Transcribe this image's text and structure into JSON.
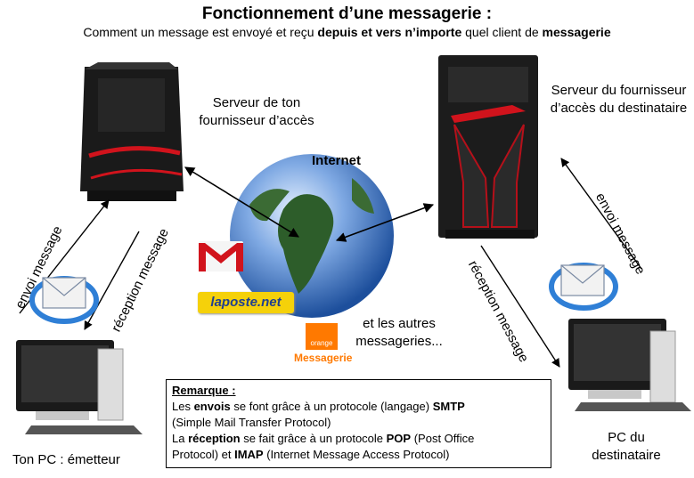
{
  "header": {
    "title": "Fonctionnement d’une messagerie :",
    "subtitle_parts": [
      "Comment un message est envoyé et reçu ",
      "depuis et vers n’importe",
      " quel client de ",
      "messagerie"
    ]
  },
  "nodes": {
    "server_sender": "Serveur de ton fournisseur d’accès",
    "server_recipient": "Serveur du fournisseur d’accès du destinataire",
    "internet": "Internet",
    "other_providers": "et les autres messageries...",
    "pc_sender": "Ton PC : émetteur",
    "pc_recipient": "PC du destinataire"
  },
  "edges": {
    "left_send": "envoi message",
    "left_receive": "réception message",
    "right_send": "envoi message",
    "right_receive": "réception message"
  },
  "logos": {
    "laposte": "laposte.net",
    "orange_small": "orange",
    "orange_messagerie": "Messagerie"
  },
  "remark": {
    "title": "Remarque :",
    "l1a": "Les ",
    "l1b": "envois",
    "l1c": " se font grâce à un protocole (langage) ",
    "l1d": "SMTP",
    "l2": "(Simple Mail Transfer Protocol)",
    "l3a": "La ",
    "l3b": "réception",
    "l3c": " se fait grâce à un protocole ",
    "l3d": "POP",
    "l3e": " (Post Office",
    "l4a": "Protocol) et ",
    "l4b": "IMAP",
    "l4c": " (Internet Message Access Protocol)"
  },
  "colors": {
    "accent_red": "#d1131c",
    "globe_blue": "#3b73c4",
    "orange": "#ff7900",
    "laposte_yellow": "#f5d10a"
  }
}
